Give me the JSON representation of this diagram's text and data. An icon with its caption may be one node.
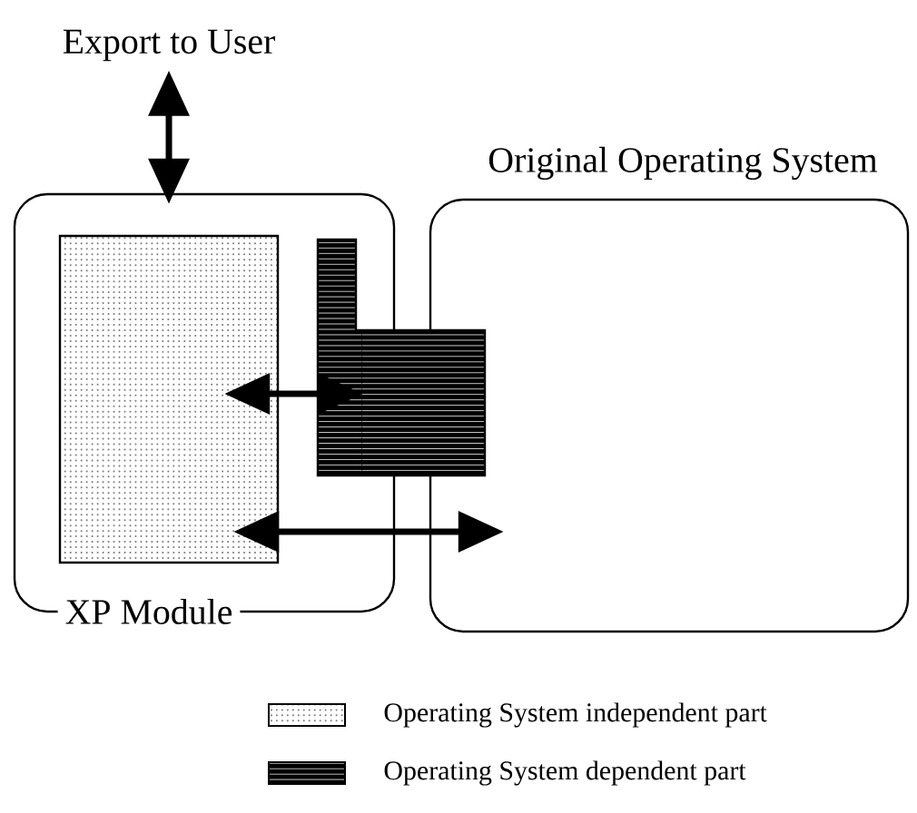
{
  "diagram": {
    "nodes": [
      {
        "text": [
          "XP Module"
        ]
      },
      {
        "text": [
          "Original Operating System"
        ]
      },
      {
        "text": [],
        "shape": "box",
        "in": 0
      },
      {
        "text": [],
        "shape": "box"
      },
      {
        "text": [
          "Export to User"
        ]
      }
    ],
    "edges": [
      {
        "from": 4,
        "to": 2,
        "arrow": "both"
      },
      {
        "from": 2,
        "to": 3,
        "arrow": "both"
      },
      {
        "from": 2,
        "to": 1,
        "arrow": "both"
      }
    ],
    "legend": [
      {
        "text": "Operating System independent part"
      },
      {
        "text": "Operating System dependent part"
      }
    ]
  }
}
